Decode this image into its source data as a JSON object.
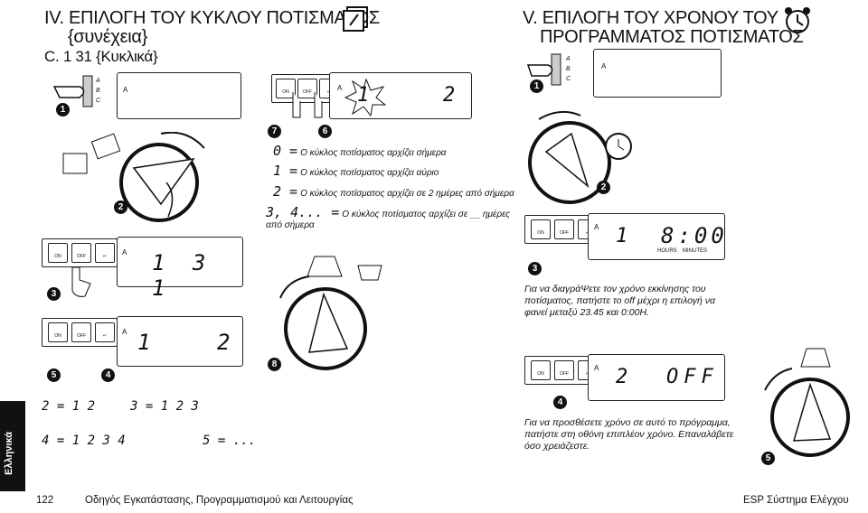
{
  "left": {
    "heading_line1": "IV.  ΕΠΙΛΟΓΗ ΤΟΥ ΚΥΚΛΟΥ ΠΟΤΙΣΜΑΤΟΣ",
    "heading_line2": "{συνέχεια}",
    "heading_line3": "C. 1 31 {Κυκλικά}",
    "legend": [
      {
        "symbol": "0 =",
        "text": "Ο κύκλος ποτίσματος αρχίζει σήμερα"
      },
      {
        "symbol": "1 =",
        "text": "Ο κύκλος ποτίσματος αρχίζει αύριο"
      },
      {
        "symbol": "2 =",
        "text": "Ο κύκλος ποτίσματος αρχίζει σε 2 ημέρες από σήμερα"
      },
      {
        "symbol": "3, 4... =",
        "text": "Ο κύκλος ποτίσματος αρχίζει σε __ ημέρες από σήμερα"
      }
    ],
    "display_1_text": "1 3 1",
    "display_2_left": "1",
    "display_2_right": "2",
    "display_top_left": "1",
    "display_top_right": "2",
    "program_letters": [
      "A",
      "B",
      "C"
    ],
    "lcd_label": "A",
    "formula_2": "2 = 1 2",
    "formula_3": "3 = 1 2 3",
    "formula_4": "4 = 1 2 3 4",
    "formula_5": "5 = ..."
  },
  "right": {
    "heading_line1": "V.  ΕΠΙΛΟΓΗ ΤΟΥ ΧΡΟΝΟΥ ΤΟΥ",
    "heading_line2": "ΠΡΟΓΡΑΜΜΑΤΟΣ ΠΟΤΙΣΜΑΤΟΣ",
    "program_letters": [
      "A",
      "B",
      "C"
    ],
    "lcd_label": "A",
    "display_time_left": "1",
    "display_time": "8:00",
    "hours_label": "HOURS",
    "minutes_label": "MINUTES",
    "instruction_3": "Για να διαγράΨετε τον χρόνο εκκίνησης του ποτίσματος, πατήστε το off  μέχρι η επιλογή να φανεί μεταξύ 23.45 και 0:00H.",
    "display_off_left": "2",
    "display_off": "OFF",
    "instruction_5": "Για να προσθέσετε χρόνο σε αυτό το πρόγραμμα, πατήστε στη οθόνη επιπλέον χρόνο. Επαναλάβετε όσο χρειάζεστε."
  },
  "buttons": {
    "on": "ON",
    "off": "OFF"
  },
  "steps": {
    "s1": "1",
    "s2": "2",
    "s3": "3",
    "s4": "4",
    "s5": "5",
    "s6": "6",
    "s7": "7",
    "s8": "8"
  },
  "sidebar_label": "Ελληνικά",
  "footer": {
    "page_number": "122",
    "left_text": "Οδηγός Εγκατάστασης, Προγραμματισμού και Λειτουργίας",
    "right_text": "ESP Σύστημα Ελέγχου"
  }
}
